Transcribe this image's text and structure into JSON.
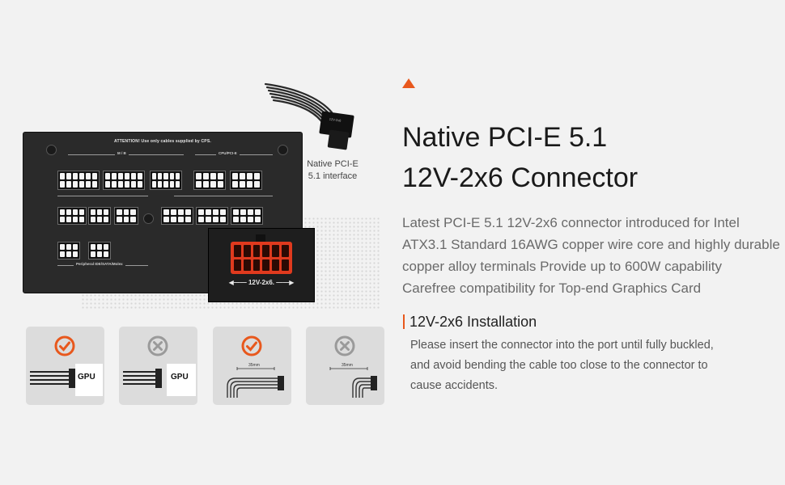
{
  "psu": {
    "attention": "ATTENTION! Use only cables supplied by CPS.",
    "label_mb": "M / B",
    "label_cpu": "CPU/PCI-E",
    "label_peripheral": "Peripheral IDE/SATA/Molex",
    "inset_label": "12V-2x6."
  },
  "callout": {
    "line1": "Native PCI-E",
    "line2": "5.1 interface"
  },
  "cards": [
    {
      "status": "correct",
      "label": "GPU"
    },
    {
      "status": "incorrect",
      "label": "GPU"
    },
    {
      "status": "correct",
      "label": "35mm"
    },
    {
      "status": "incorrect",
      "label": "35mm"
    }
  ],
  "heading": {
    "line1": "Native PCI-E 5.1",
    "line2": "12V-2x6 Connector"
  },
  "description": [
    "Latest PCI-E 5.1 12V-2x6 connector introduced for Intel",
    "ATX3.1 Standard 16AWG copper wire core and highly durable",
    "copper alloy terminals Provide up to 600W capability",
    "Carefree compatibility for Top-end Graphics Card"
  ],
  "installation": {
    "title": "12V-2x6 Installation",
    "lines": [
      "Please insert the connector into the port until fully buckled,",
      "and avoid bending the cable too close to the connector to",
      "cause accidents."
    ]
  },
  "colors": {
    "accent": "#e8581d",
    "background": "#f2f2f2",
    "text": "#1a1a1a"
  }
}
